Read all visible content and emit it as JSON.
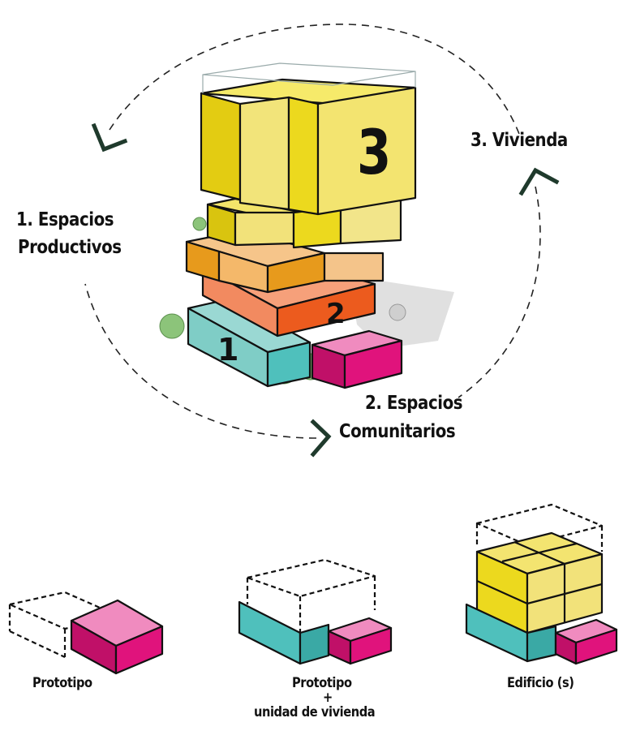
{
  "cycle_labels": {
    "step1_line1": "1. Espacios",
    "step1_line2": "Productivos",
    "step2_line1": "2. Espacios",
    "step2_line2": "Comunitarios",
    "step3": "3. Vivienda"
  },
  "block_numbers": {
    "n1": "1",
    "n2": "2",
    "n3": "3"
  },
  "stages": [
    {
      "label": "Prototipo"
    },
    {
      "label_line1": "Prototipo",
      "plus": "+",
      "label_line2": "unidad de vivienda"
    },
    {
      "label": "Edificio (s)"
    }
  ],
  "colors": {
    "magenta": "#e0137c",
    "teal": "#4fc0bc",
    "yellow": "#ecd91e",
    "orange": "#ec5b1e",
    "light_orange": "#f4a14a",
    "arrow": "#1f3a2c"
  }
}
